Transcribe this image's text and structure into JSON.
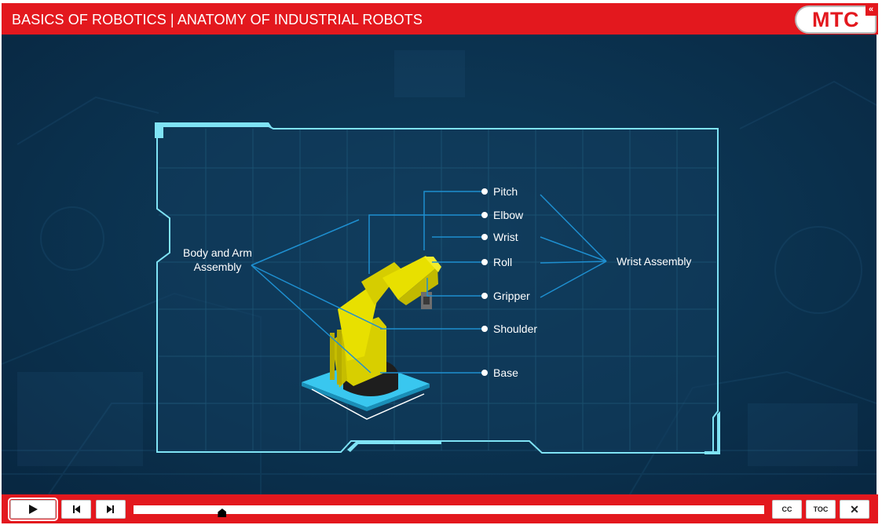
{
  "header": {
    "title": "BASICS OF ROBOTICS | ANATOMY OF INDUSTRIAL ROBOTS",
    "logo_text": "MTC",
    "collapse_glyph": "«"
  },
  "diagram": {
    "group_left": [
      "Body and Arm",
      "Assembly"
    ],
    "group_right": "Wrist Assembly",
    "labels": {
      "pitch": "Pitch",
      "elbow": "Elbow",
      "wrist": "Wrist",
      "roll": "Roll",
      "gripper": "Gripper",
      "shoulder": "Shoulder",
      "base": "Base"
    }
  },
  "controls": {
    "play_icon": "play-icon",
    "prev_icon": "skip-back-icon",
    "next_icon": "skip-forward-icon",
    "cc_label": "CC",
    "toc_label": "TOC",
    "close_glyph": "✕",
    "progress": 0.14
  },
  "colors": {
    "brand_red": "#e3181e",
    "stage_blue": "#0b324f",
    "frame_cyan": "#7fe3f5",
    "leader_blue": "#1e8fd0",
    "robot_yellow": "#e8e000"
  }
}
